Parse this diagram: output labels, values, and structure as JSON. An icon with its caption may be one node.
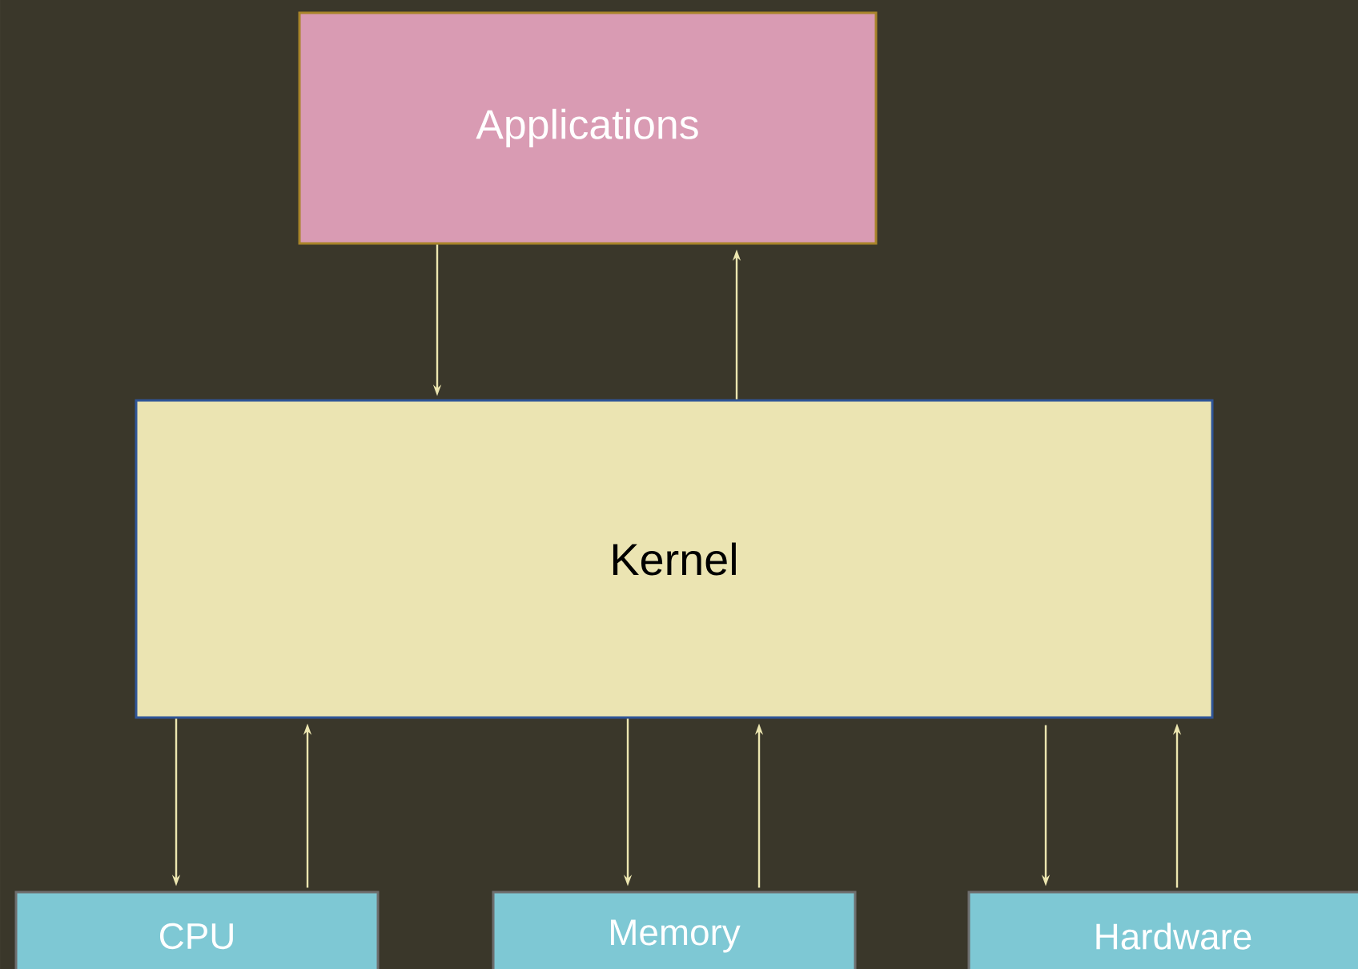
{
  "diagram": {
    "nodes": [
      {
        "text": [
          "Applications"
        ]
      },
      {
        "text": [
          "Kernel"
        ]
      },
      {
        "text": [
          "CPU"
        ]
      },
      {
        "text": [
          "Memory"
        ]
      },
      {
        "text": [
          "Hardware"
        ]
      }
    ],
    "edges": [
      {
        "from": 0,
        "to": 1,
        "arrow": "to"
      },
      {
        "from": 1,
        "to": 0,
        "arrow": "to"
      },
      {
        "from": 1,
        "to": 2,
        "arrow": "to"
      },
      {
        "from": 2,
        "to": 1,
        "arrow": "to"
      },
      {
        "from": 1,
        "to": 3,
        "arrow": "to"
      },
      {
        "from": 3,
        "to": 1,
        "arrow": "to"
      },
      {
        "from": 1,
        "to": 4,
        "arrow": "to"
      },
      {
        "from": 4,
        "to": 1,
        "arrow": "to"
      }
    ]
  }
}
